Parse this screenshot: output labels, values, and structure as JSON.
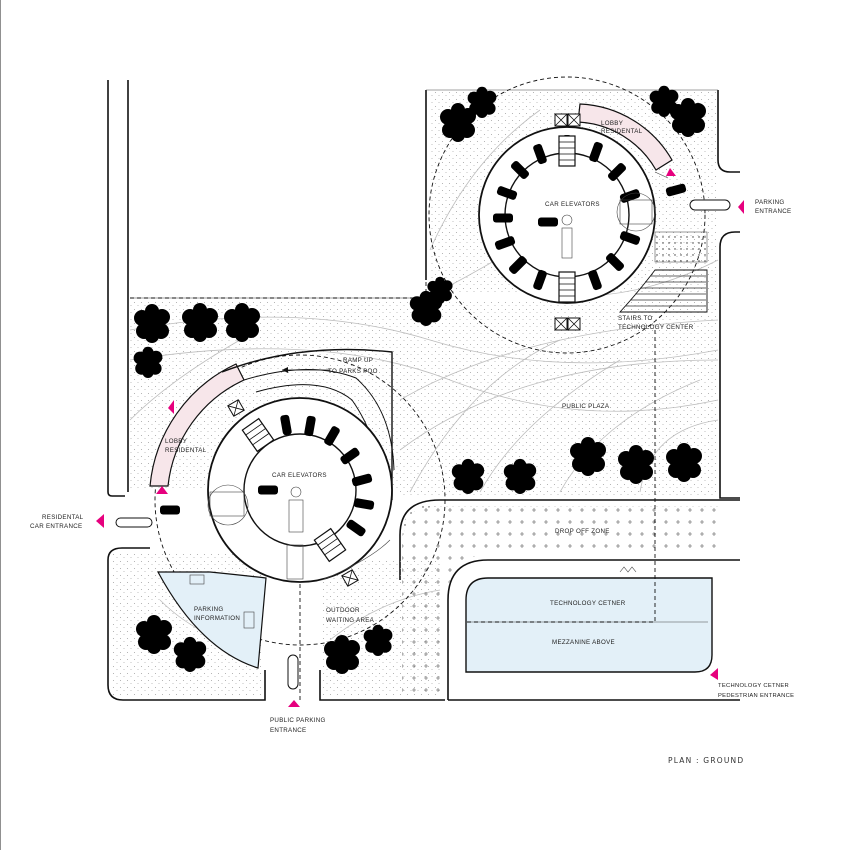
{
  "labels": {
    "lobby_residential_ne_line1": "LOBBY",
    "lobby_residential_ne_line2": "RESIDENTAL",
    "car_elevators_ne": "CAR ELEVATORS",
    "parking_entrance_line1": "PARKING",
    "parking_entrance_line2": "ENTRANCE",
    "stairs_line1": "STAIRS TO",
    "stairs_line2": "TECHNOLOGY CENTER",
    "ramp_line1": "RAMP UP",
    "ramp_line2": "TO PARKS POO",
    "public_plaza": "PUBLIC PLAZA",
    "lobby_residential_sw_line1": "LOBBY",
    "lobby_residential_sw_line2": "RESIDENTAL",
    "car_elevators_sw": "CAR ELEVATORS",
    "residential_car_entrance_line1": "RESIDENTAL",
    "residential_car_entrance_line2": "CAR ENTRANCE",
    "drop_off_zone": "DROP OFF ZONE",
    "technology_center": "TECHNOLOGY CETNER",
    "mezzanine_above": "MEZZANINE ABOVE",
    "parking_information_line1": "PARKING",
    "parking_information_line2": "INFORMATION",
    "outdoor_waiting_line1": "OUTDOOR",
    "outdoor_waiting_line2": "WAITING AREA",
    "public_parking_entrance_line1": "PUBLIC PARKING",
    "public_parking_entrance_line2": "ENTRANCE",
    "tech_ped_entrance_line1": "TECHNOLOGY CETNER",
    "tech_ped_entrance_line2": "PEDESTRIAN ENTRANCE",
    "plan_title": "PLAN : GROUND"
  },
  "colors": {
    "marker": "#e6007e",
    "lobby_fill": "#f7e6ea",
    "tech_fill": "#e3f0f8",
    "info_fill": "#e3f0f8",
    "stipple": "#d9d9d9"
  },
  "icons": {
    "entrance_marker": "pink-triangle-icon",
    "tree": "tree-canopy-icon",
    "car": "car-icon",
    "elevator": "elevator-x-icon"
  }
}
